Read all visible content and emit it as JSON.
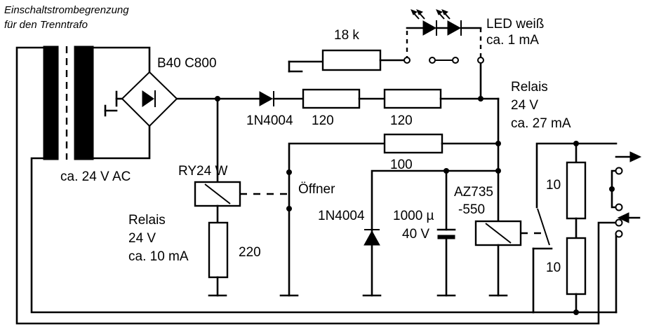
{
  "labels": {
    "title_line1": "Einschaltstrombegrenzung",
    "title_line2": "für den Trenntrafo",
    "transformer": "ca. 24 V AC",
    "bridge": "B40 C800",
    "diode_main": "1N4004",
    "r_18k": "18 k",
    "r_120_a": "120",
    "r_120_b": "120",
    "r_100": "100",
    "r_220": "220",
    "r_10_top": "10",
    "r_10_bottom": "10",
    "led_line1": "LED weiß",
    "led_line2": "ca. 1 mA",
    "relay_right_line1": "Relais",
    "relay_right_line2": "24 V",
    "relay_right_line3": "ca. 27 mA",
    "relay_left_name": "RY24 W",
    "relay_left_line1": "Relais",
    "relay_left_line2": "24 V",
    "relay_left_line3": "ca. 10 mA",
    "contact_nc": "Öffner",
    "diode_freewheel": "1N4004",
    "cap_line1": "1000 µ",
    "cap_line2": "40 V",
    "relay_right_name_line1": "AZ735",
    "relay_right_name_line2": "-550"
  }
}
